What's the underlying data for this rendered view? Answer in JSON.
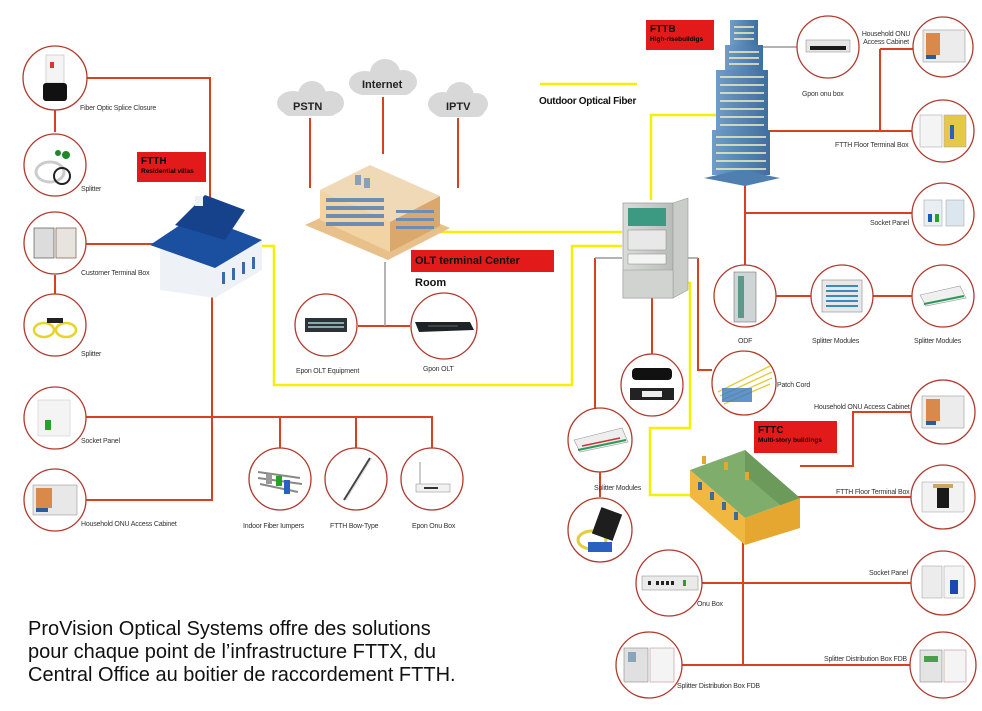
{
  "colors": {
    "connector_red": "#d9411e",
    "outdoor_fiber_yellow": "#f5f000",
    "indoor_link_gray": "#9a9a9a",
    "circle_stroke": "#b03a2e",
    "tag_red": "#e21a1a"
  },
  "legend": {
    "outdoor_fiber": "Outdoor Optical Fiber"
  },
  "clouds": [
    {
      "id": "pstn",
      "label": "PSTN"
    },
    {
      "id": "internet",
      "label": "Internet"
    },
    {
      "id": "iptv",
      "label": "IPTV"
    }
  ],
  "central_office": {
    "label": "OLT terminal Center Room",
    "equipment": [
      {
        "label": "Epon OLT Equipment",
        "icon": "olt-chassis-icon"
      },
      {
        "label": "Gpon OLT",
        "icon": "olt-rack-unit-icon"
      }
    ]
  },
  "zones": {
    "ftth": {
      "title": "FTTH",
      "subtitle": "Residential villas"
    },
    "fttb": {
      "title": "FTTB",
      "subtitle": "High-risebuildigs"
    },
    "fttc": {
      "title": "FTTC",
      "subtitle": "Multi-story buildings"
    }
  },
  "ftth_components": [
    {
      "label": "Fiber Optic Splice Closure",
      "icon": "splice-closure-icon"
    },
    {
      "label": "Splitter",
      "icon": "plc-splitter-icon"
    },
    {
      "label": "Customer Terminal Box",
      "icon": "terminal-box-icon"
    },
    {
      "label": "Splitter",
      "icon": "fiber-splitter-icon"
    },
    {
      "label": "Socket Panel",
      "icon": "socket-panel-icon"
    },
    {
      "label": "Household ONU Access Cabinet",
      "icon": "onu-cabinet-icon"
    },
    {
      "label": "Indoor Fiber Iumpers",
      "icon": "fiber-jumpers-icon"
    },
    {
      "label": "FTTH Bow-Type",
      "icon": "bow-type-cable-icon"
    },
    {
      "label": "Epon Onu Box",
      "icon": "onu-router-icon"
    }
  ],
  "fttb_components": [
    {
      "label": "Gpon onu box",
      "icon": "gpon-onu-icon"
    },
    {
      "label": "Household ONU Access Cabinet",
      "icon": "onu-cabinet-icon"
    },
    {
      "label": "FTTH Floor Terminal Box",
      "icon": "floor-terminal-box-icon"
    },
    {
      "label": "Socket Panel",
      "icon": "socket-panel-icon"
    },
    {
      "label": "ODF",
      "icon": "odf-rack-icon"
    },
    {
      "label": "Splitter Modules",
      "icon": "splitter-module-rack-icon"
    },
    {
      "label": "Splitter Modules",
      "icon": "splitter-tray-icon"
    }
  ],
  "street_cabinet_components": [
    {
      "label": "Patch Cord",
      "icon": "patch-cord-icon"
    },
    {
      "label": "Splitter Modules",
      "icon": "splitter-tray-icon"
    },
    {
      "label": "",
      "icon": "splice-closure-horizontal-icon"
    },
    {
      "label": "",
      "icon": "box-splitter-icon"
    }
  ],
  "fttc_components": [
    {
      "label": "Household ONU Access Cabinet",
      "icon": "onu-cabinet-icon"
    },
    {
      "label": "FTTH Floor Terminal Box",
      "icon": "floor-terminal-box-icon"
    },
    {
      "label": "Socket Panel",
      "icon": "socket-panel-icon"
    },
    {
      "label": "Onu Box",
      "icon": "onu-box-icon"
    },
    {
      "label": "Splitter Distribution Box FDB",
      "icon": "fdb-box-icon"
    },
    {
      "label": "Splitter Distribution Box FDB",
      "icon": "fdb-box-icon"
    }
  ],
  "caption": {
    "lines": [
      "ProVision Optical Systems offre des solutions",
      "pour chaque point de l’infrastructure FTTX, du",
      "Central Office au boitier de raccordement FTTH."
    ]
  }
}
